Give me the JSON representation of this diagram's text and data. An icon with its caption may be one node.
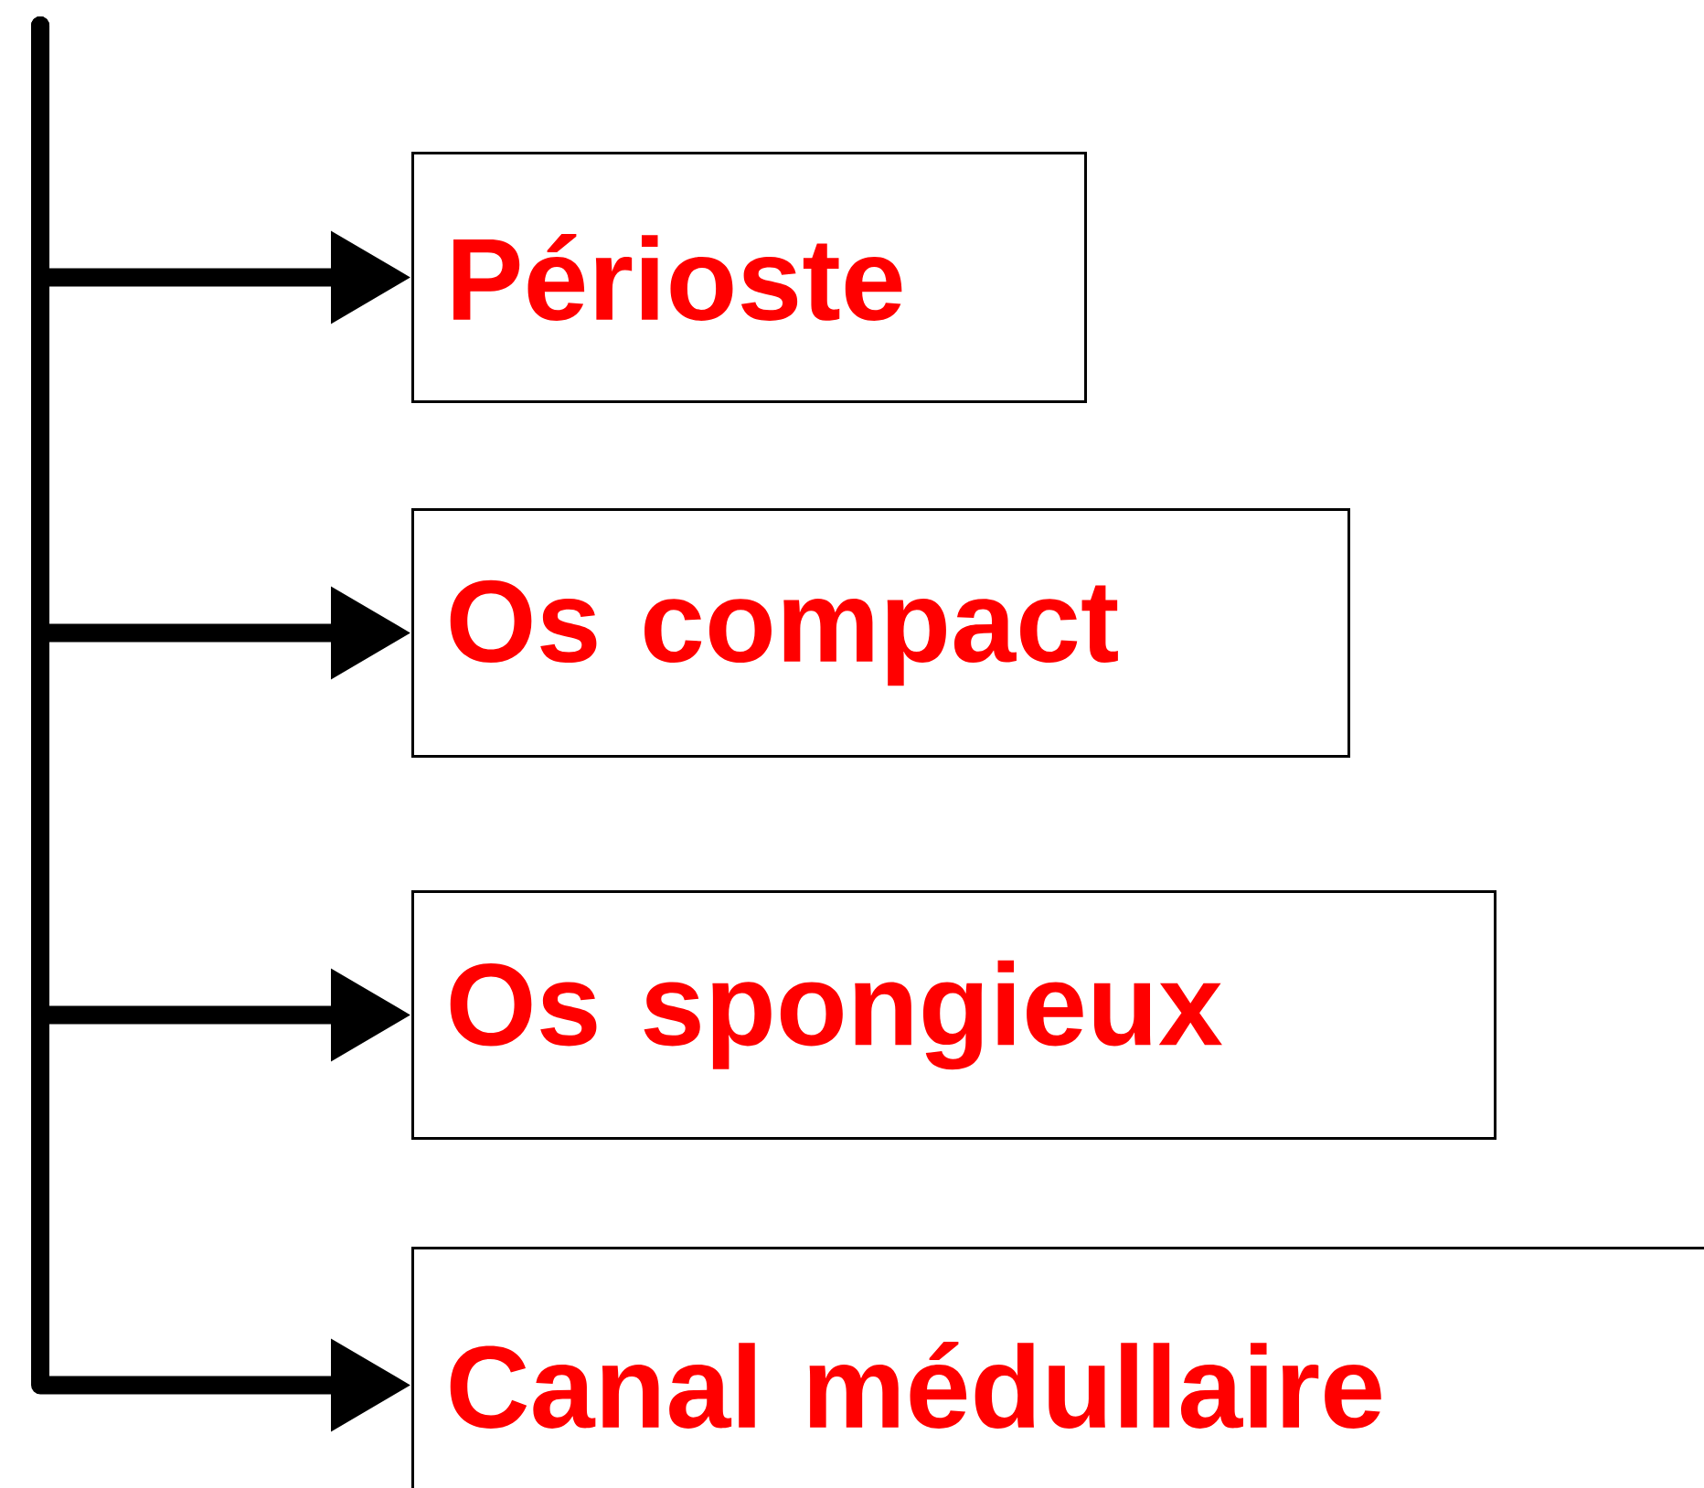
{
  "diagram": {
    "nodes": [
      {
        "text": [
          "Périoste"
        ]
      },
      {
        "text": [
          "Os compact"
        ]
      },
      {
        "text": [
          "Os spongieux"
        ]
      },
      {
        "text": [
          "Canal médullaire"
        ]
      }
    ],
    "edges": [
      {
        "from": null,
        "to": 0,
        "arrow": "to"
      },
      {
        "from": null,
        "to": 1,
        "arrow": "to"
      },
      {
        "from": null,
        "to": 2,
        "arrow": "to"
      },
      {
        "from": null,
        "to": 3,
        "arrow": "to"
      }
    ]
  }
}
